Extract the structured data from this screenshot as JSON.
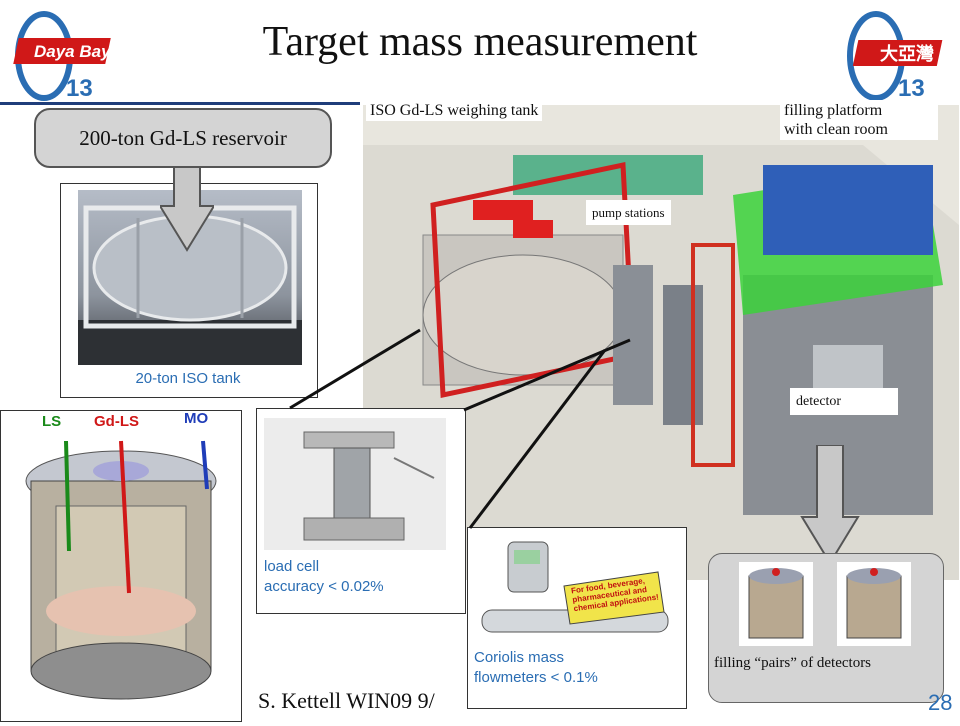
{
  "slide": {
    "title": "Target mass measurement",
    "page_number": "28",
    "footer": "S. Kettell WIN09 9/"
  },
  "logos": {
    "left_text": "Daya Bay",
    "left_sub": "13",
    "right_text": "大亞灣",
    "right_sub": "13"
  },
  "reservoir": {
    "label": "200-ton Gd-LS reservoir"
  },
  "iso_tank": {
    "caption": "20-ton ISO tank"
  },
  "render_labels": {
    "weighing_tank": "ISO Gd-LS weighing tank",
    "filling_platform_1": "filling platform",
    "filling_platform_2": "with clean room",
    "pump_stations": "pump stations",
    "detector": "detector"
  },
  "detector_cad": {
    "ls": "LS",
    "gdls": "Gd-LS",
    "mo": "MO"
  },
  "load_cell": {
    "line1": "load cell",
    "line2": "accuracy < 0.02%"
  },
  "coriolis": {
    "line1": "Coriolis mass",
    "line2": "flowmeters < 0.1%",
    "sticker": "For food, beverage, pharmaceutical and chemical applications!"
  },
  "pairs": {
    "caption": "filling “pairs” of detectors"
  },
  "colors": {
    "accent_blue": "#2a6db3",
    "ls_green": "#1a8a1a",
    "gdls_red": "#d01818",
    "mo_blue": "#1f3db8"
  }
}
